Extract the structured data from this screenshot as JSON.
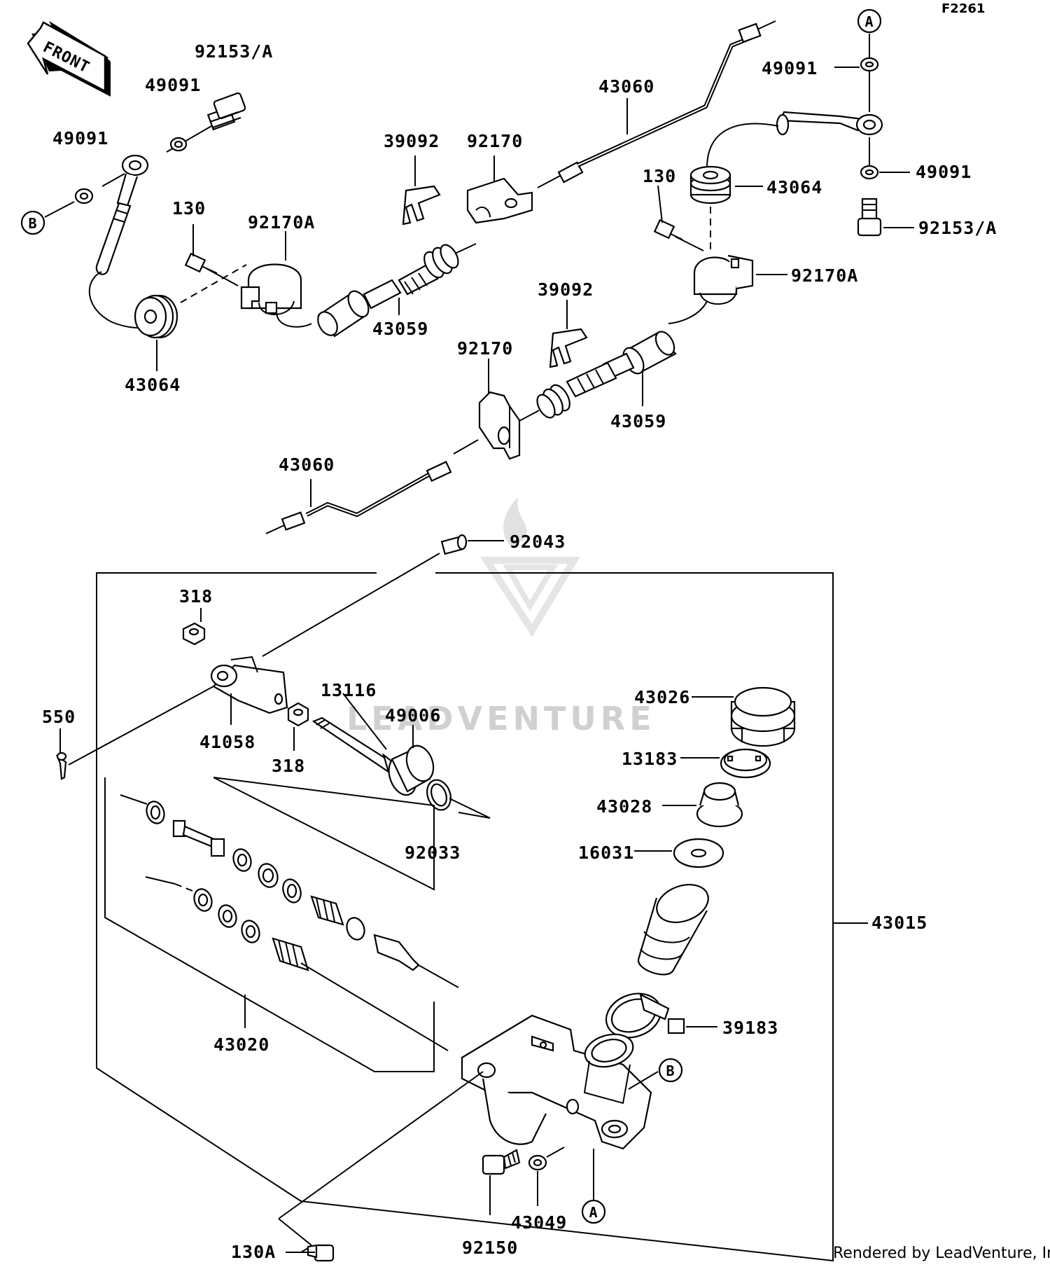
{
  "figure_code": "F2261",
  "front_arrow_text": "FRONT",
  "credit": "Rendered by LeadVenture, Inc.",
  "watermark": "LEADVENTURE",
  "callouts": {
    "a": "A",
    "b": "B"
  },
  "labels": [
    {
      "id": "l-92153a-left",
      "text": "92153/A"
    },
    {
      "id": "l-49091-top",
      "text": "49091"
    },
    {
      "id": "l-49091-left",
      "text": "49091"
    },
    {
      "id": "l-39092-top",
      "text": "39092"
    },
    {
      "id": "l-92170-top",
      "text": "92170"
    },
    {
      "id": "l-43060-top",
      "text": "43060"
    },
    {
      "id": "l-49091-right-top",
      "text": "49091"
    },
    {
      "id": "l-130-right",
      "text": "130"
    },
    {
      "id": "l-43064-right",
      "text": "43064"
    },
    {
      "id": "l-49091-right",
      "text": "49091"
    },
    {
      "id": "l-92153a-right",
      "text": "92153/A"
    },
    {
      "id": "l-92170a-right",
      "text": "92170A"
    },
    {
      "id": "l-130-left",
      "text": "130"
    },
    {
      "id": "l-92170a-left",
      "text": "92170A"
    },
    {
      "id": "l-43059-left",
      "text": "43059"
    },
    {
      "id": "l-43064-left",
      "text": "43064"
    },
    {
      "id": "l-39092-mid",
      "text": "39092"
    },
    {
      "id": "l-92170-mid",
      "text": "92170"
    },
    {
      "id": "l-43059-right",
      "text": "43059"
    },
    {
      "id": "l-43060-bottom",
      "text": "43060"
    },
    {
      "id": "l-92043",
      "text": "92043"
    },
    {
      "id": "l-318-top",
      "text": "318"
    },
    {
      "id": "l-550",
      "text": "550"
    },
    {
      "id": "l-41058",
      "text": "41058"
    },
    {
      "id": "l-318-bottom",
      "text": "318"
    },
    {
      "id": "l-13116",
      "text": "13116"
    },
    {
      "id": "l-49006",
      "text": "49006"
    },
    {
      "id": "l-92033",
      "text": "92033"
    },
    {
      "id": "l-43026",
      "text": "43026"
    },
    {
      "id": "l-13183",
      "text": "13183"
    },
    {
      "id": "l-43028",
      "text": "43028"
    },
    {
      "id": "l-16031",
      "text": "16031"
    },
    {
      "id": "l-43015",
      "text": "43015"
    },
    {
      "id": "l-39183",
      "text": "39183"
    },
    {
      "id": "l-43020",
      "text": "43020"
    },
    {
      "id": "l-43049",
      "text": "43049"
    },
    {
      "id": "l-92150",
      "text": "92150"
    },
    {
      "id": "l-130a",
      "text": "130A"
    }
  ]
}
